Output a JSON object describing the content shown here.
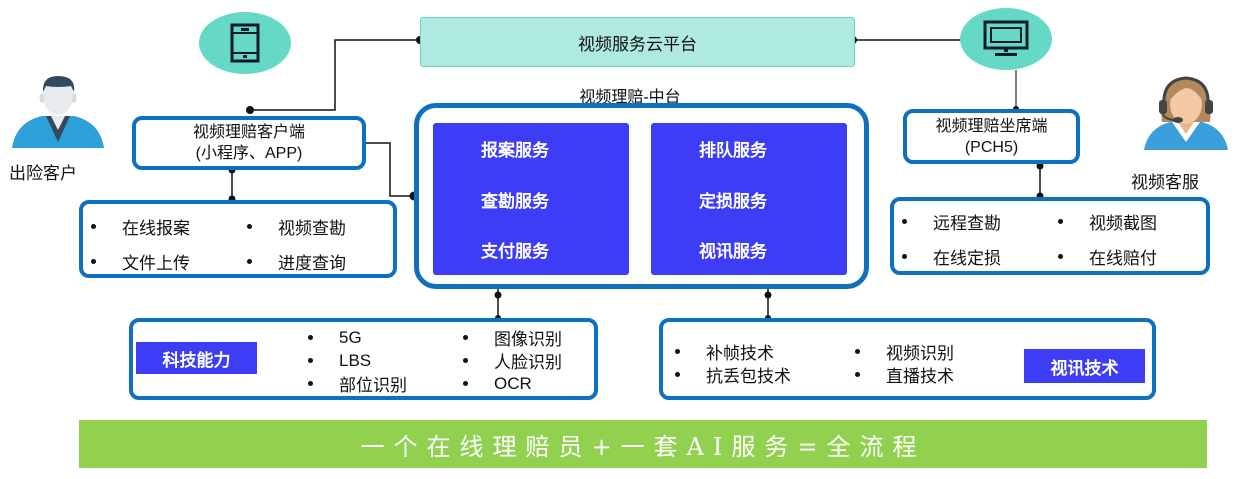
{
  "cloud_platform": {
    "label": "视频服务云平台"
  },
  "icons": {
    "mobile": "mobile-phone-icon",
    "monitor": "desktop-monitor-icon",
    "customer": "customer-avatar-icon",
    "agent": "agent-headset-avatar-icon"
  },
  "customer": {
    "label": "出险客户"
  },
  "agent": {
    "label": "视频客服"
  },
  "client_app": {
    "line1": "视频理赔客户端",
    "line2": "(小程序、APP)"
  },
  "agent_app": {
    "line1": "视频理赔坐席端",
    "line2": "(PCH5)"
  },
  "client_features": [
    "在线报案",
    "视频查勘",
    "文件上传",
    "进度查询"
  ],
  "agent_features": [
    "远程查勘",
    "视频截图",
    "在线定损",
    "在线赔付"
  ],
  "middle_platform": {
    "title": "视频理赔-中台",
    "left_services": [
      "报案服务",
      "查勘服务",
      "支付服务"
    ],
    "right_services": [
      "排队服务",
      "定损服务",
      "视讯服务"
    ]
  },
  "tech_capability": {
    "label": "科技能力",
    "col1": [
      "5G",
      "LBS",
      "部位识别"
    ],
    "col2": [
      "图像识别",
      "人脸识别",
      "OCR"
    ]
  },
  "video_tech": {
    "label": "视讯技术",
    "col1": [
      "补帧技术",
      "抗丢包技术"
    ],
    "col2": [
      "视频识别",
      "直播技术"
    ]
  },
  "banner": {
    "text": "一个在线理赔员+一套AI服务=全流程"
  },
  "colors": {
    "primary_blue": "#0f70c0",
    "service_blue": "#3d3df5",
    "teal": "#66d9c6",
    "cloud_fill": "#aeeadf",
    "banner_green": "#92d050"
  }
}
